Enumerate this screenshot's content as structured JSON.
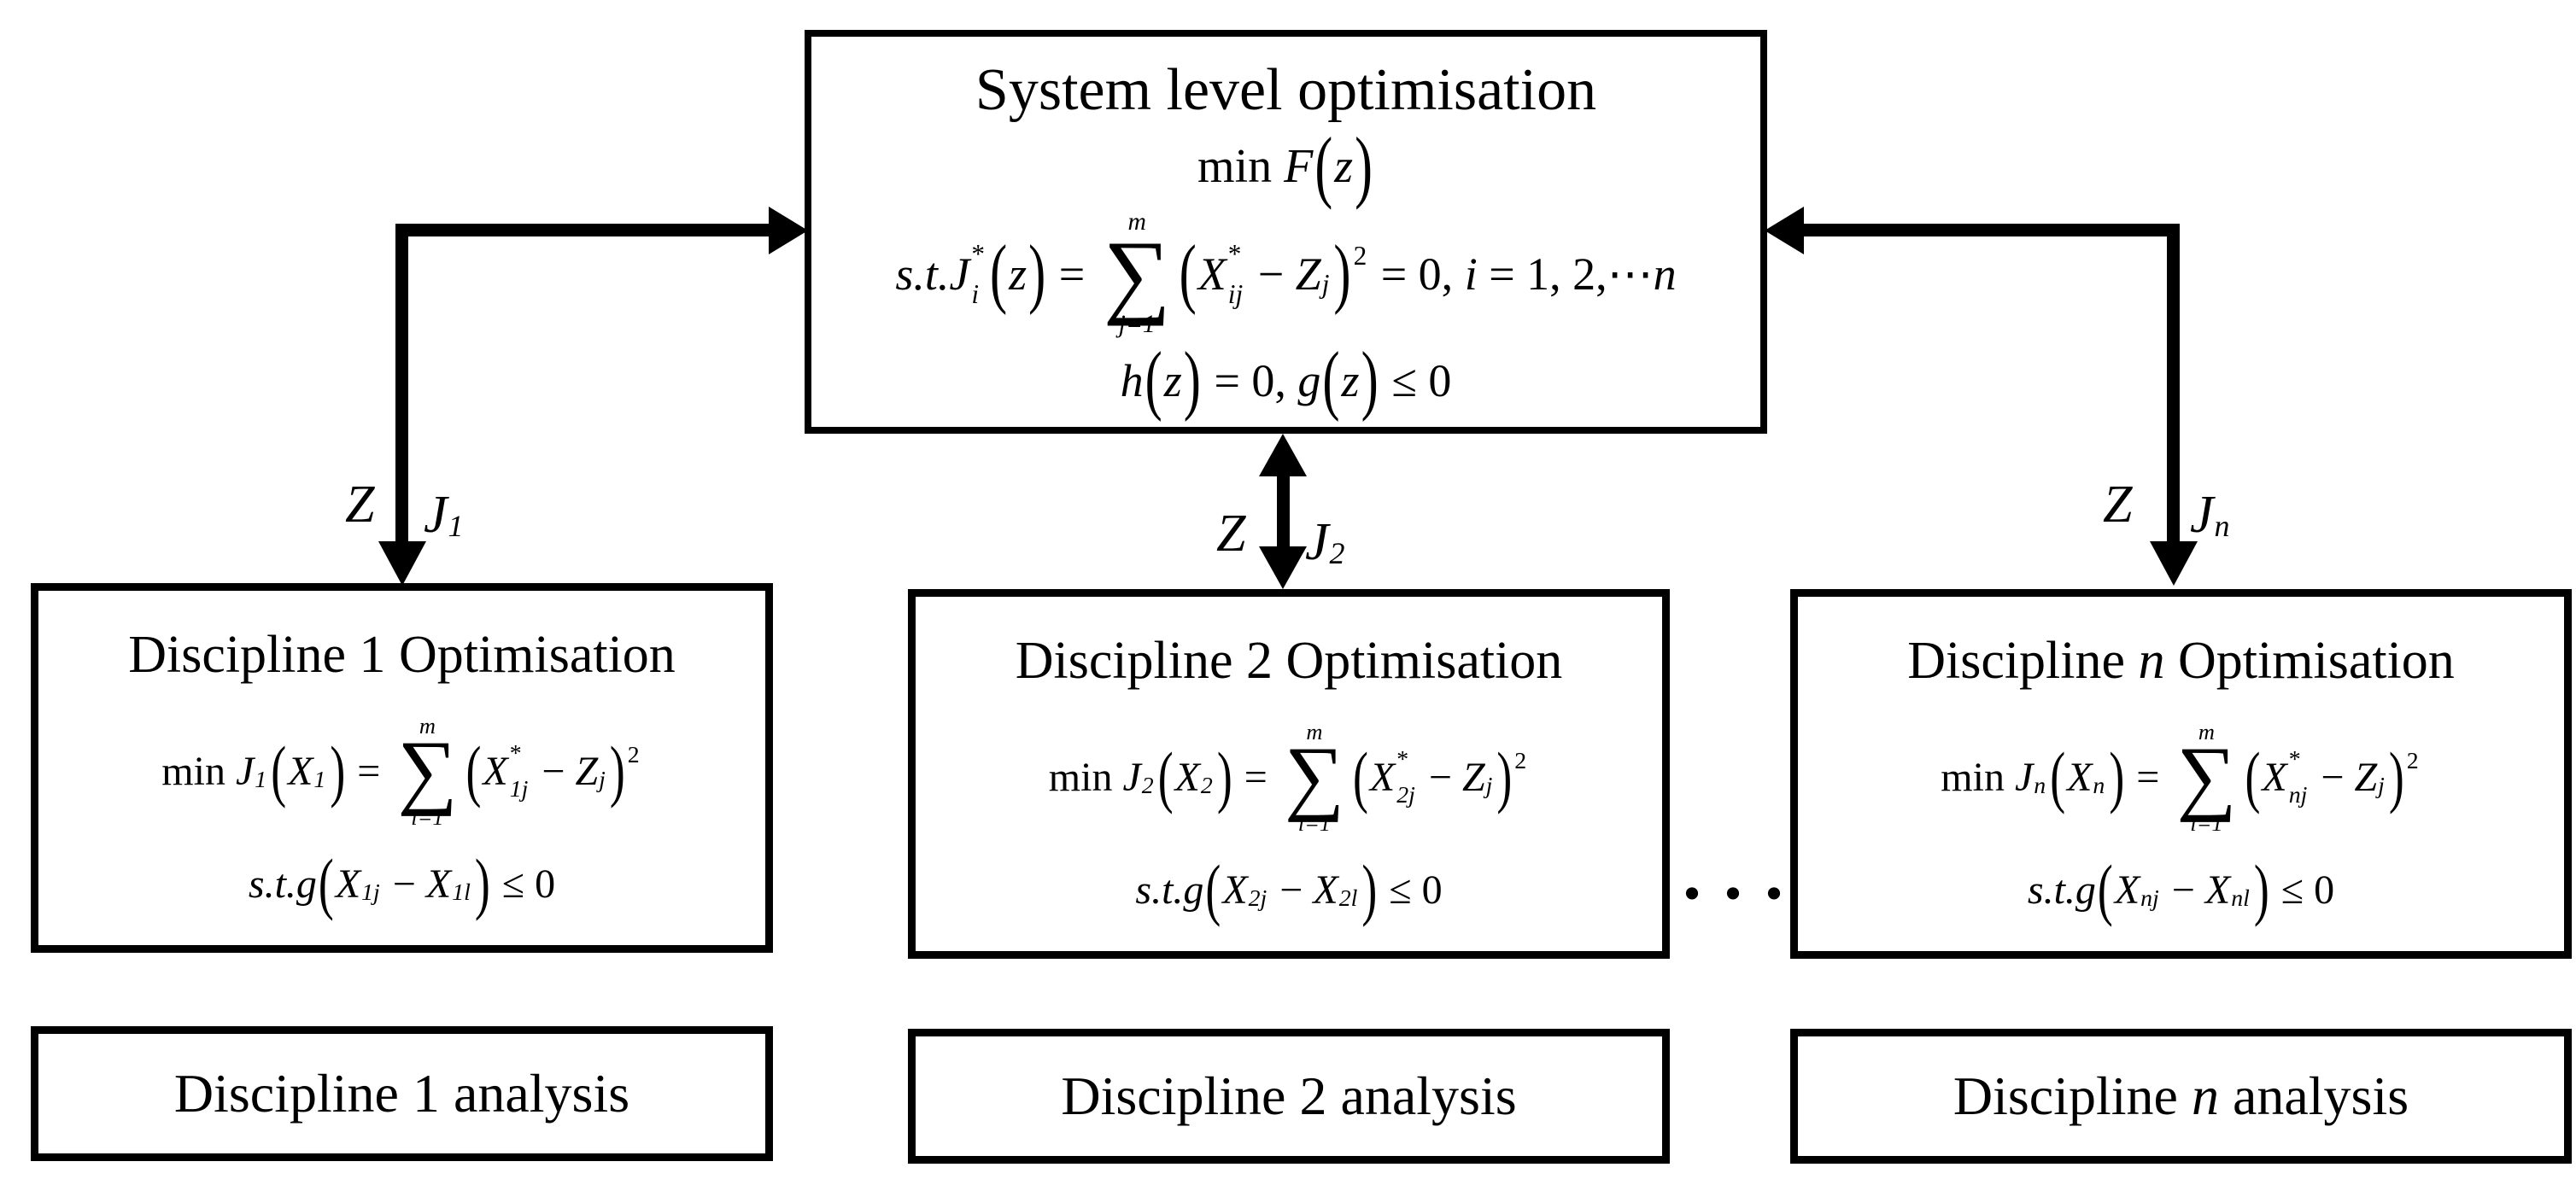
{
  "colors": {
    "ink": "#000000",
    "paper": "#ffffff"
  },
  "system": {
    "title": "System level optimisation",
    "objective": [
      {
        "k": "r",
        "v": "min "
      },
      {
        "k": "i",
        "v": "F"
      },
      {
        "k": "po"
      },
      {
        "k": "i",
        "v": "z"
      },
      {
        "k": "pc"
      }
    ],
    "compatibility_constraint": [
      {
        "k": "i",
        "v": "s.t.J"
      },
      {
        "k": "ss",
        "up": "*",
        "dn": "i"
      },
      {
        "k": "po"
      },
      {
        "k": "i",
        "v": "z"
      },
      {
        "k": "pc"
      },
      {
        "k": "r",
        "v": " = "
      },
      {
        "k": "sum",
        "up": "m",
        "dn": "j=1"
      },
      {
        "k": "po"
      },
      {
        "k": "i",
        "v": "X"
      },
      {
        "k": "ss",
        "up": "*",
        "dn": "ij"
      },
      {
        "k": "r",
        "v": " − "
      },
      {
        "k": "i",
        "v": "Z"
      },
      {
        "k": "sb",
        "v": "j"
      },
      {
        "k": "pc"
      },
      {
        "k": "sp",
        "v": "2"
      },
      {
        "k": "r",
        "v": " = 0, "
      },
      {
        "k": "i",
        "v": "i"
      },
      {
        "k": "r",
        "v": " = 1, 2,⋯"
      },
      {
        "k": "i",
        "v": "n"
      }
    ],
    "design_constraints": [
      {
        "k": "i",
        "v": "h"
      },
      {
        "k": "po"
      },
      {
        "k": "i",
        "v": "z"
      },
      {
        "k": "pc"
      },
      {
        "k": "r",
        "v": " = 0, "
      },
      {
        "k": "i",
        "v": "g"
      },
      {
        "k": "po"
      },
      {
        "k": "i",
        "v": "z"
      },
      {
        "k": "pc"
      },
      {
        "k": "r",
        "v": " ≤ 0"
      }
    ]
  },
  "disciplines": [
    {
      "title": [
        {
          "k": "r",
          "v": "Discipline 1 Optimisation"
        }
      ],
      "objective": [
        {
          "k": "r",
          "v": "min "
        },
        {
          "k": "i",
          "v": "J"
        },
        {
          "k": "sb",
          "v": "1"
        },
        {
          "k": "po"
        },
        {
          "k": "i",
          "v": "X"
        },
        {
          "k": "sb",
          "v": "1"
        },
        {
          "k": "pc"
        },
        {
          "k": "r",
          "v": " = "
        },
        {
          "k": "sum",
          "up": "m",
          "dn": "i=1"
        },
        {
          "k": "po"
        },
        {
          "k": "i",
          "v": "X"
        },
        {
          "k": "ss",
          "up": "*",
          "dn": "1j"
        },
        {
          "k": "r",
          "v": " − "
        },
        {
          "k": "i",
          "v": "Z"
        },
        {
          "k": "sb",
          "v": "j"
        },
        {
          "k": "pc"
        },
        {
          "k": "sp",
          "v": "2"
        }
      ],
      "constraint": [
        {
          "k": "i",
          "v": "s.t.g"
        },
        {
          "k": "po"
        },
        {
          "k": "i",
          "v": "X"
        },
        {
          "k": "sb",
          "v": "1j"
        },
        {
          "k": "r",
          "v": " − "
        },
        {
          "k": "i",
          "v": "X"
        },
        {
          "k": "sb",
          "v": "1l"
        },
        {
          "k": "pc"
        },
        {
          "k": "r",
          "v": " ≤ 0"
        }
      ],
      "analysis": [
        {
          "k": "r",
          "v": "Discipline 1 analysis"
        }
      ],
      "labels": {
        "z": [
          {
            "k": "i",
            "v": "Z"
          }
        ],
        "j": [
          {
            "k": "i",
            "v": "J"
          },
          {
            "k": "sb",
            "v": "1"
          }
        ]
      }
    },
    {
      "title": [
        {
          "k": "r",
          "v": "Discipline 2 Optimisation"
        }
      ],
      "objective": [
        {
          "k": "r",
          "v": "min "
        },
        {
          "k": "i",
          "v": "J"
        },
        {
          "k": "sb",
          "v": "2"
        },
        {
          "k": "po"
        },
        {
          "k": "i",
          "v": "X"
        },
        {
          "k": "sb",
          "v": "2"
        },
        {
          "k": "pc"
        },
        {
          "k": "r",
          "v": " = "
        },
        {
          "k": "sum",
          "up": "m",
          "dn": "i=1"
        },
        {
          "k": "po"
        },
        {
          "k": "i",
          "v": "X"
        },
        {
          "k": "ss",
          "up": "*",
          "dn": "2j"
        },
        {
          "k": "r",
          "v": " − "
        },
        {
          "k": "i",
          "v": "Z"
        },
        {
          "k": "sb",
          "v": "j"
        },
        {
          "k": "pc"
        },
        {
          "k": "sp",
          "v": "2"
        }
      ],
      "constraint": [
        {
          "k": "i",
          "v": "s.t.g"
        },
        {
          "k": "po"
        },
        {
          "k": "i",
          "v": "X"
        },
        {
          "k": "sb",
          "v": "2j"
        },
        {
          "k": "r",
          "v": " − "
        },
        {
          "k": "i",
          "v": "X"
        },
        {
          "k": "sb",
          "v": "2l"
        },
        {
          "k": "pc"
        },
        {
          "k": "r",
          "v": " ≤ 0"
        }
      ],
      "analysis": [
        {
          "k": "r",
          "v": "Discipline 2 analysis"
        }
      ],
      "labels": {
        "z": [
          {
            "k": "i",
            "v": "Z"
          }
        ],
        "j": [
          {
            "k": "i",
            "v": "J"
          },
          {
            "k": "sb",
            "v": "2"
          }
        ]
      }
    },
    {
      "title": [
        {
          "k": "r",
          "v": "Discipline "
        },
        {
          "k": "i",
          "v": "n"
        },
        {
          "k": "r",
          "v": " Optimisation"
        }
      ],
      "objective": [
        {
          "k": "r",
          "v": "min "
        },
        {
          "k": "i",
          "v": "J"
        },
        {
          "k": "sb",
          "v": "n"
        },
        {
          "k": "po"
        },
        {
          "k": "i",
          "v": "X"
        },
        {
          "k": "sb",
          "v": "n"
        },
        {
          "k": "pc"
        },
        {
          "k": "r",
          "v": " = "
        },
        {
          "k": "sum",
          "up": "m",
          "dn": "i=1"
        },
        {
          "k": "po"
        },
        {
          "k": "i",
          "v": "X"
        },
        {
          "k": "ss",
          "up": "*",
          "dn": "nj"
        },
        {
          "k": "r",
          "v": " − "
        },
        {
          "k": "i",
          "v": "Z"
        },
        {
          "k": "sb",
          "v": "j"
        },
        {
          "k": "pc"
        },
        {
          "k": "sp",
          "v": "2"
        }
      ],
      "constraint": [
        {
          "k": "i",
          "v": "s.t.g"
        },
        {
          "k": "po"
        },
        {
          "k": "i",
          "v": "X"
        },
        {
          "k": "sb",
          "v": "nj"
        },
        {
          "k": "r",
          "v": " − "
        },
        {
          "k": "i",
          "v": "X"
        },
        {
          "k": "sb",
          "v": "nl"
        },
        {
          "k": "pc"
        },
        {
          "k": "r",
          "v": " ≤ 0"
        }
      ],
      "analysis": [
        {
          "k": "r",
          "v": "Discipline "
        },
        {
          "k": "i",
          "v": "n"
        },
        {
          "k": "r",
          "v": " analysis"
        }
      ],
      "labels": {
        "z": [
          {
            "k": "i",
            "v": "Z"
          }
        ],
        "j": [
          {
            "k": "i",
            "v": "J"
          },
          {
            "k": "sb",
            "v": "n"
          }
        ]
      }
    }
  ],
  "ellipsis": "..."
}
